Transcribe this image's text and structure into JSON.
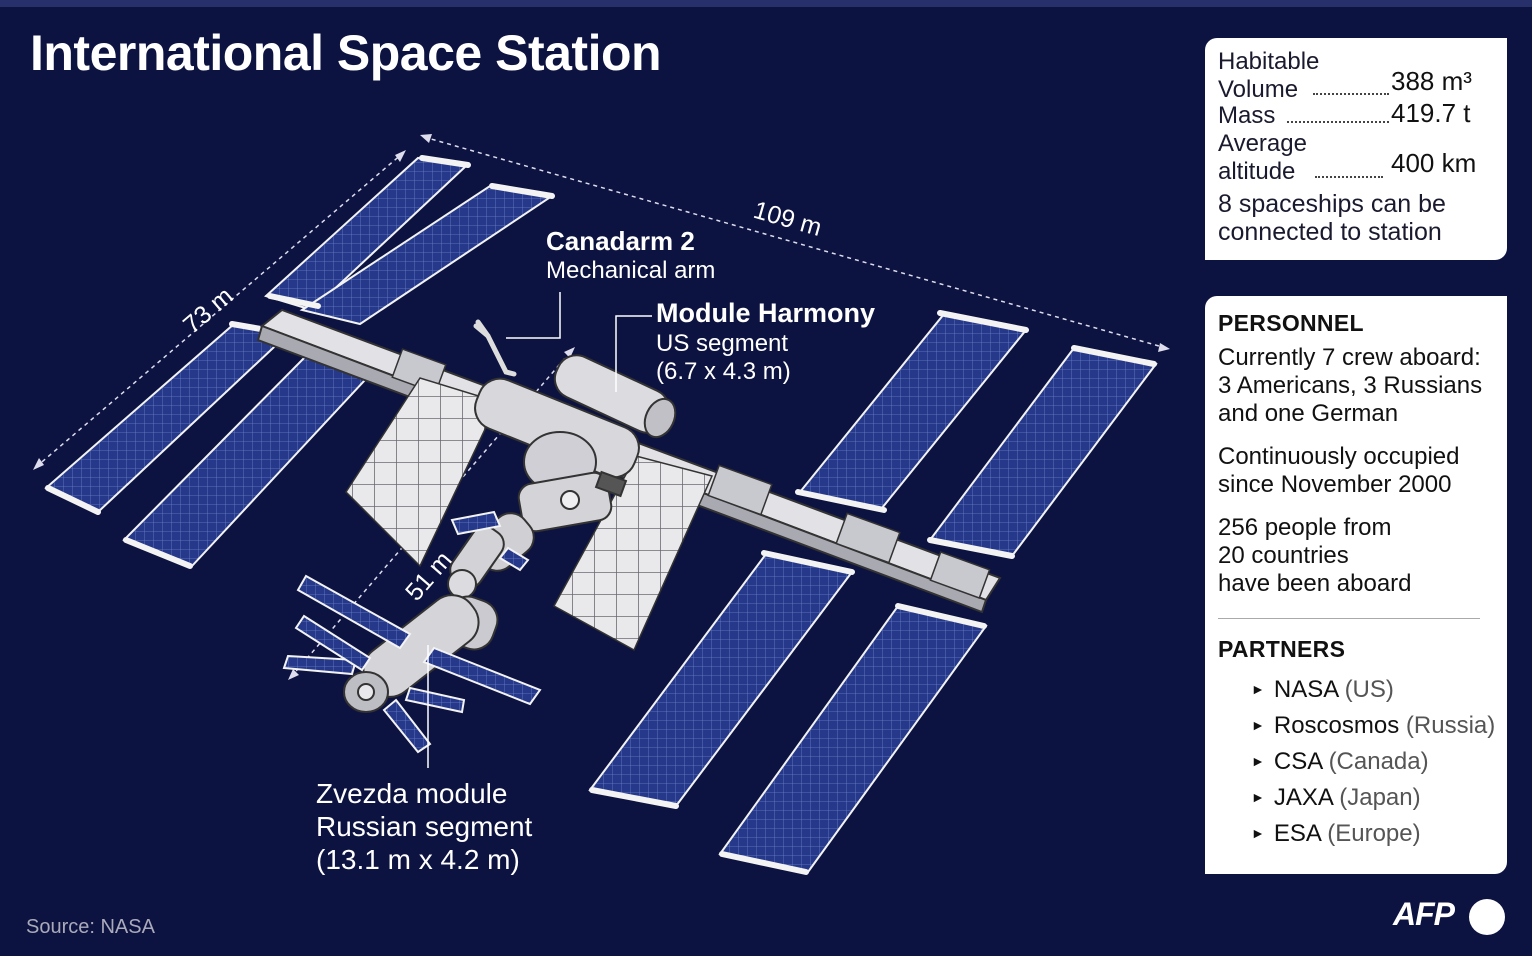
{
  "title": "International Space Station",
  "dimensions": {
    "length": "109 m",
    "width": "73 m",
    "russian": "51 m"
  },
  "labels": {
    "canadarm": {
      "name": "Canadarm 2",
      "desc": "Mechanical arm"
    },
    "harmony": {
      "name": "Module Harmony",
      "desc": "US segment",
      "size": "(6.7 x 4.3 m)"
    },
    "zvezda": {
      "name": "Zvezda module",
      "desc": "Russian segment",
      "size": "(13.1 m x 4.2 m)"
    }
  },
  "stats": {
    "volume_label_1": "Habitable",
    "volume_label_2": "Volume",
    "volume_value": "388 m³",
    "mass_label": "Mass",
    "mass_value": "419.7 t",
    "altitude_label_1": "Average",
    "altitude_label_2": "altitude",
    "altitude_value": "400 km",
    "ships_1": "8 spaceships can be",
    "ships_2": "connected to station"
  },
  "personnel": {
    "heading": "PERSONNEL",
    "crew": [
      "Currently 7 crew aboard:",
      "3 Americans, 3 Russians",
      "and one German"
    ],
    "occupied": [
      "Continuously occupied",
      "since November 2000"
    ],
    "visitors": [
      "256 people from",
      "20 countries",
      "have been aboard"
    ]
  },
  "partners": {
    "heading": "PARTNERS",
    "items": [
      {
        "name": "NASA",
        "country": "(US)"
      },
      {
        "name": "Roscosmos",
        "country": "(Russia)"
      },
      {
        "name": "CSA",
        "country": "(Canada)"
      },
      {
        "name": "JAXA",
        "country": "(Japan)"
      },
      {
        "name": "ESA",
        "country": "(Europe)"
      }
    ]
  },
  "source": "Source: NASA",
  "logo": "AFP",
  "colors": {
    "background": "#0d1340",
    "panel": "#243a8c",
    "module": "#d4d4d8"
  }
}
